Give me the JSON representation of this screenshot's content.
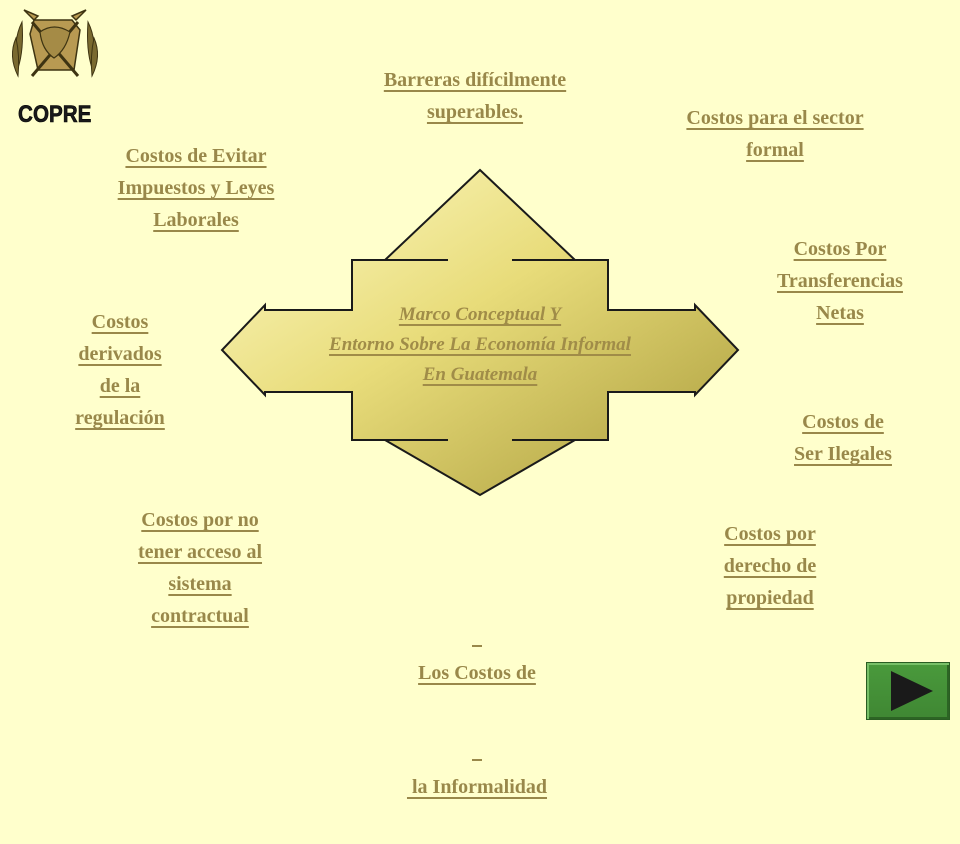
{
  "logo": {
    "text": "COPRE"
  },
  "center": {
    "lines": [
      "Marco Conceptual Y",
      " Entorno Sobre La Economía Informal ",
      "En Guatemala"
    ]
  },
  "topics": {
    "barreras": [
      "Barreras difícilmente",
      "superables."
    ],
    "sector_formal": [
      "Costos para el sector",
      "formal"
    ],
    "evitar_impuestos": [
      "Costos de Evitar",
      "Impuestos y Leyes",
      "Laborales"
    ],
    "transferencias": [
      "Costos Por",
      "Transferencias",
      "Netas"
    ],
    "regulacion": [
      "Costos",
      "derivados",
      "de la",
      "regulación"
    ],
    "ilegales": [
      "Costos de",
      "Ser Ilegales"
    ],
    "sistema_contractual": [
      "Costos por no",
      "tener acceso al",
      "sistema",
      "contractual"
    ],
    "derecho_propiedad": [
      "Costos por",
      "derecho de",
      "propiedad"
    ],
    "informalidad": [
      "Los Costos de",
      " la Informalidad"
    ]
  },
  "colors": {
    "background": "#ffffcc",
    "link": "#99884a",
    "arrow_light": "#fffbc8",
    "arrow_dark": "#a89a3a",
    "next_button": "#3f8733"
  },
  "nav": {
    "next_icon": "play-triangle-icon"
  }
}
